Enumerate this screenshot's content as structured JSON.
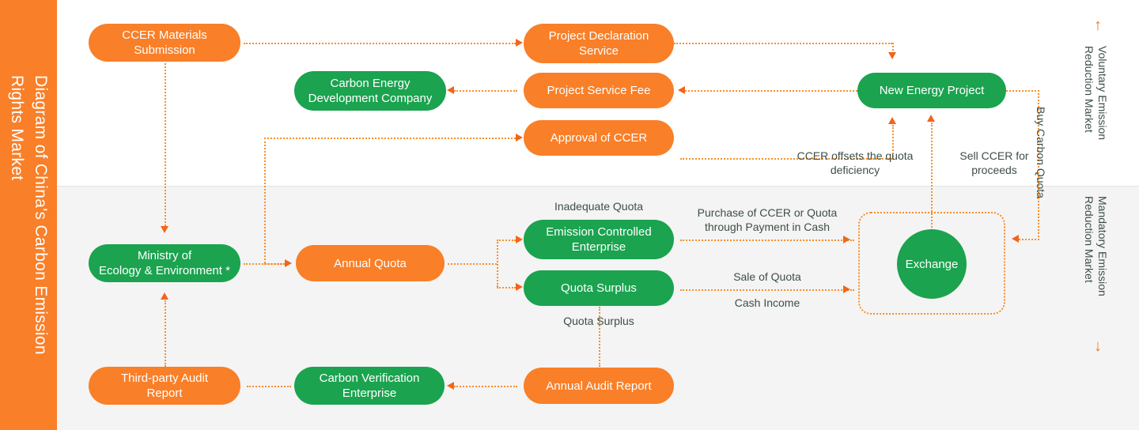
{
  "title_bar": {
    "text": "Diagram of China's Carbon Emission\nRights Market",
    "bg_color": "#F97F28",
    "text_color": "#FFFFFF"
  },
  "theme": {
    "orange": "#F97F28",
    "green": "#1BA34F",
    "connector": "#F7902B",
    "arrow": "#F2651A",
    "caption_text": "#3D4F45",
    "top_band_bg": "#FFFFFF",
    "bottom_band_bg": "#F4F4F4"
  },
  "markets": {
    "voluntary": {
      "label": "Voluntary Emission\nReduction Market",
      "arrow_glyph": "↑"
    },
    "mandatory": {
      "label": "Mandatory Emission\nReduction Market",
      "arrow_glyph": "↓"
    }
  },
  "nodes": {
    "ccer_materials_submission": {
      "label": "CCER Materials\nSubmission",
      "color": "orange"
    },
    "project_declaration_service": {
      "label": "Project Declaration\nService",
      "color": "orange"
    },
    "carbon_energy_development_company": {
      "label": "Carbon Energy\nDevelopment Company",
      "color": "green"
    },
    "project_service_fee": {
      "label": "Project Service Fee",
      "color": "orange"
    },
    "approval_of_ccer": {
      "label": "Approval of CCER",
      "color": "orange"
    },
    "new_energy_project": {
      "label": "New Energy Project",
      "color": "green"
    },
    "ministry_of_ecology": {
      "label": "Ministry of\nEcology & Environment *",
      "color": "green"
    },
    "annual_quota": {
      "label": "Annual Quota",
      "color": "orange"
    },
    "emission_controlled_enterprise": {
      "label": "Emission Controlled\nEnterprise",
      "color": "green"
    },
    "quota_surplus": {
      "label": "Quota Surplus",
      "color": "green"
    },
    "exchange": {
      "label": "Exchange",
      "color": "green"
    },
    "third_party_audit_report": {
      "label": "Third-party Audit\nReport",
      "color": "orange"
    },
    "carbon_verification_enterprise": {
      "label": "Carbon Verification\nEnterprise",
      "color": "green"
    },
    "annual_audit_report": {
      "label": "Annual Audit Report",
      "color": "orange"
    }
  },
  "edge_labels": {
    "ccer_offsets": "CCER offsets the quota\ndeficiency",
    "sell_ccer": "Sell CCER for\nproceeds",
    "buy_carbon_quota": "Buy Carbon Quota",
    "inadequate_quota": "Inadequate Quota",
    "quota_surplus_caption": "Quota Surplus",
    "purchase_ccer_quota": "Purchase of CCER or Quota\nthrough Payment in Cash",
    "sale_of_quota": "Sale of Quota",
    "cash_income": "Cash Income"
  }
}
